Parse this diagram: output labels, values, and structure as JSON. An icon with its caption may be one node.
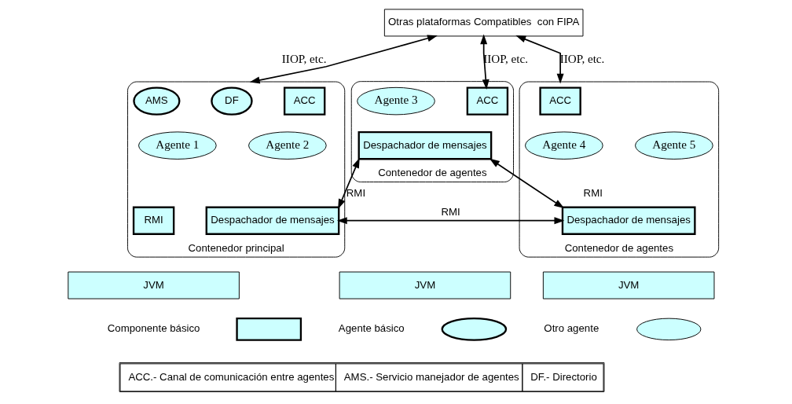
{
  "diagram": {
    "nodes": [
      {
        "text": [
          "Otras plataformas Compatibles  con FIPA"
        ]
      },
      {
        "text": [
          "Contenedor principal"
        ]
      },
      {
        "text": [
          "AMS"
        ],
        "in": 1
      },
      {
        "text": [
          "DF"
        ],
        "in": 1
      },
      {
        "text": [
          "ACC"
        ],
        "in": 1
      },
      {
        "text": [
          "Agente 1"
        ],
        "in": 1
      },
      {
        "text": [
          "Agente 2"
        ],
        "in": 1
      },
      {
        "text": [
          "RMI"
        ],
        "in": 1
      },
      {
        "text": [
          "Despachador de mensajes"
        ],
        "in": 1
      },
      {
        "text": [
          "JVM"
        ]
      },
      {
        "text": [
          "Contenedor de agentes"
        ]
      },
      {
        "text": [
          "Agente 3"
        ],
        "in": 10
      },
      {
        "text": [
          "ACC"
        ],
        "in": 10
      },
      {
        "text": [
          "Despachador de mensajes"
        ],
        "in": 10
      },
      {
        "text": [
          "JVM"
        ]
      },
      {
        "text": [
          "Contenedor de agentes"
        ]
      },
      {
        "text": [
          "ACC"
        ],
        "in": 15
      },
      {
        "text": [
          "Agente 4"
        ],
        "in": 15
      },
      {
        "text": [
          "Agente 5"
        ],
        "in": 15
      },
      {
        "text": [
          "Despachador de mensajes"
        ],
        "in": 15
      },
      {
        "text": [
          "JVM"
        ]
      },
      {
        "text": [],
        "shape": "box"
      },
      {
        "text": [],
        "shape": "ellipse"
      },
      {
        "text": [],
        "shape": "ellipse"
      }
    ],
    "edges": [
      {
        "from": 0,
        "to": 1,
        "arrow": "both",
        "label": "IIOP, etc."
      },
      {
        "from": 0,
        "to": 12,
        "arrow": "both",
        "label": "IIOP, etc."
      },
      {
        "from": 0,
        "to": 15,
        "arrow": "both",
        "label": "IIOP, etc."
      },
      {
        "from": 13,
        "to": 8,
        "arrow": "both",
        "label": "RMI"
      },
      {
        "from": 13,
        "to": 19,
        "arrow": "both",
        "label": "RMI"
      },
      {
        "from": 8,
        "to": 19,
        "arrow": "both",
        "label": "RMI"
      }
    ],
    "labels": [
      "ACC.- Canal de comunicación entre agentes",
      "AMS.- Servicio manejador de agentes",
      "DF.- Directorio"
    ],
    "legend": [
      {
        "text": "Componente básico"
      },
      {
        "text": "Agente básico"
      },
      {
        "text": "Otro agente"
      }
    ]
  }
}
